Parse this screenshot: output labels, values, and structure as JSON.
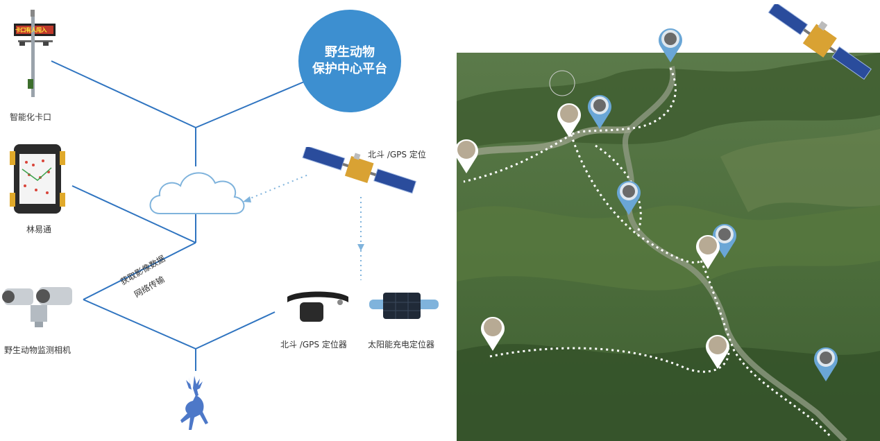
{
  "hub": {
    "line1": "野生动物",
    "line2": "保护中心平台"
  },
  "devices": {
    "checkpoint": {
      "label": "智能化卡口",
      "led_text": "卡口有人闯入"
    },
    "phone": {
      "label": "林易通"
    },
    "camera": {
      "label": "野生动物监测相机"
    },
    "collar": {
      "label": "北斗 /GPS 定位器"
    },
    "solar": {
      "label": "太阳能充电定位器"
    },
    "satellite": {
      "label": "北斗 /GPS 定位"
    }
  },
  "links": {
    "line1": "获取影像数据",
    "line2": "网络传输"
  },
  "colors": {
    "accent": "#3d8fd0",
    "line": "#2f74c0",
    "map_green": "#4d6e3c",
    "pin_blue": "#6aa6d6",
    "pin_white": "#ffffff"
  }
}
